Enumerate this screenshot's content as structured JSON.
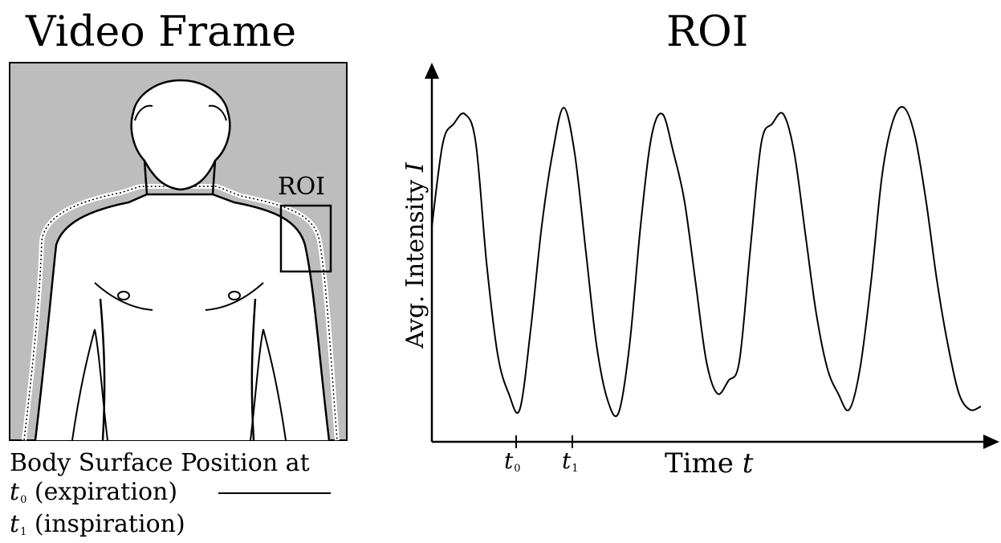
{
  "frame_panel": {
    "title": "Video Frame",
    "roi_label": "ROI",
    "caption": "Body Surface Position at",
    "t0_symbol": "t",
    "t0_sub": "0",
    "t0_text": "(expiration)",
    "t1_symbol": "t",
    "t1_sub": "1",
    "t1_text": "(inspiration)",
    "background_color": "#bdbdbd"
  },
  "plot_panel": {
    "title": "ROI",
    "ylabel": "Avg. Intensity",
    "ylabel_symbol": "I",
    "xlabel": "Time",
    "xlabel_symbol": "t",
    "tick0_symbol": "t",
    "tick0_sub": "0",
    "tick1_symbol": "t",
    "tick1_sub": "1"
  },
  "chart_data": {
    "type": "line",
    "title": "ROI",
    "xlabel": "Time t",
    "ylabel": "Avg. Intensity I",
    "x": [
      0,
      2,
      4,
      6,
      8,
      10,
      12,
      14,
      16,
      18,
      20,
      22,
      24,
      26,
      28,
      30,
      32,
      34,
      36,
      38,
      40,
      42,
      44,
      46,
      48,
      50,
      52,
      54,
      56,
      58,
      60,
      62,
      64,
      66,
      68,
      70,
      72,
      74,
      76,
      78,
      80,
      82,
      84,
      86,
      88,
      90,
      92,
      94,
      96,
      98,
      100
    ],
    "series": [
      {
        "values": [
          0.62,
          0.88,
          0.94,
          0.97,
          0.88,
          0.5,
          0.22,
          0.1,
          0.05,
          0.3,
          0.62,
          0.85,
          0.99,
          0.85,
          0.55,
          0.25,
          0.08,
          0.04,
          0.25,
          0.62,
          0.9,
          0.97,
          0.85,
          0.7,
          0.45,
          0.2,
          0.1,
          0.14,
          0.2,
          0.55,
          0.88,
          0.94,
          0.97,
          0.85,
          0.6,
          0.35,
          0.18,
          0.1,
          0.05,
          0.18,
          0.45,
          0.78,
          0.95,
          0.99,
          0.9,
          0.7,
          0.45,
          0.25,
          0.1,
          0.05,
          0.06
        ]
      }
    ],
    "ticks": [
      "t0",
      "t1"
    ],
    "grid": false,
    "legend": "none"
  }
}
